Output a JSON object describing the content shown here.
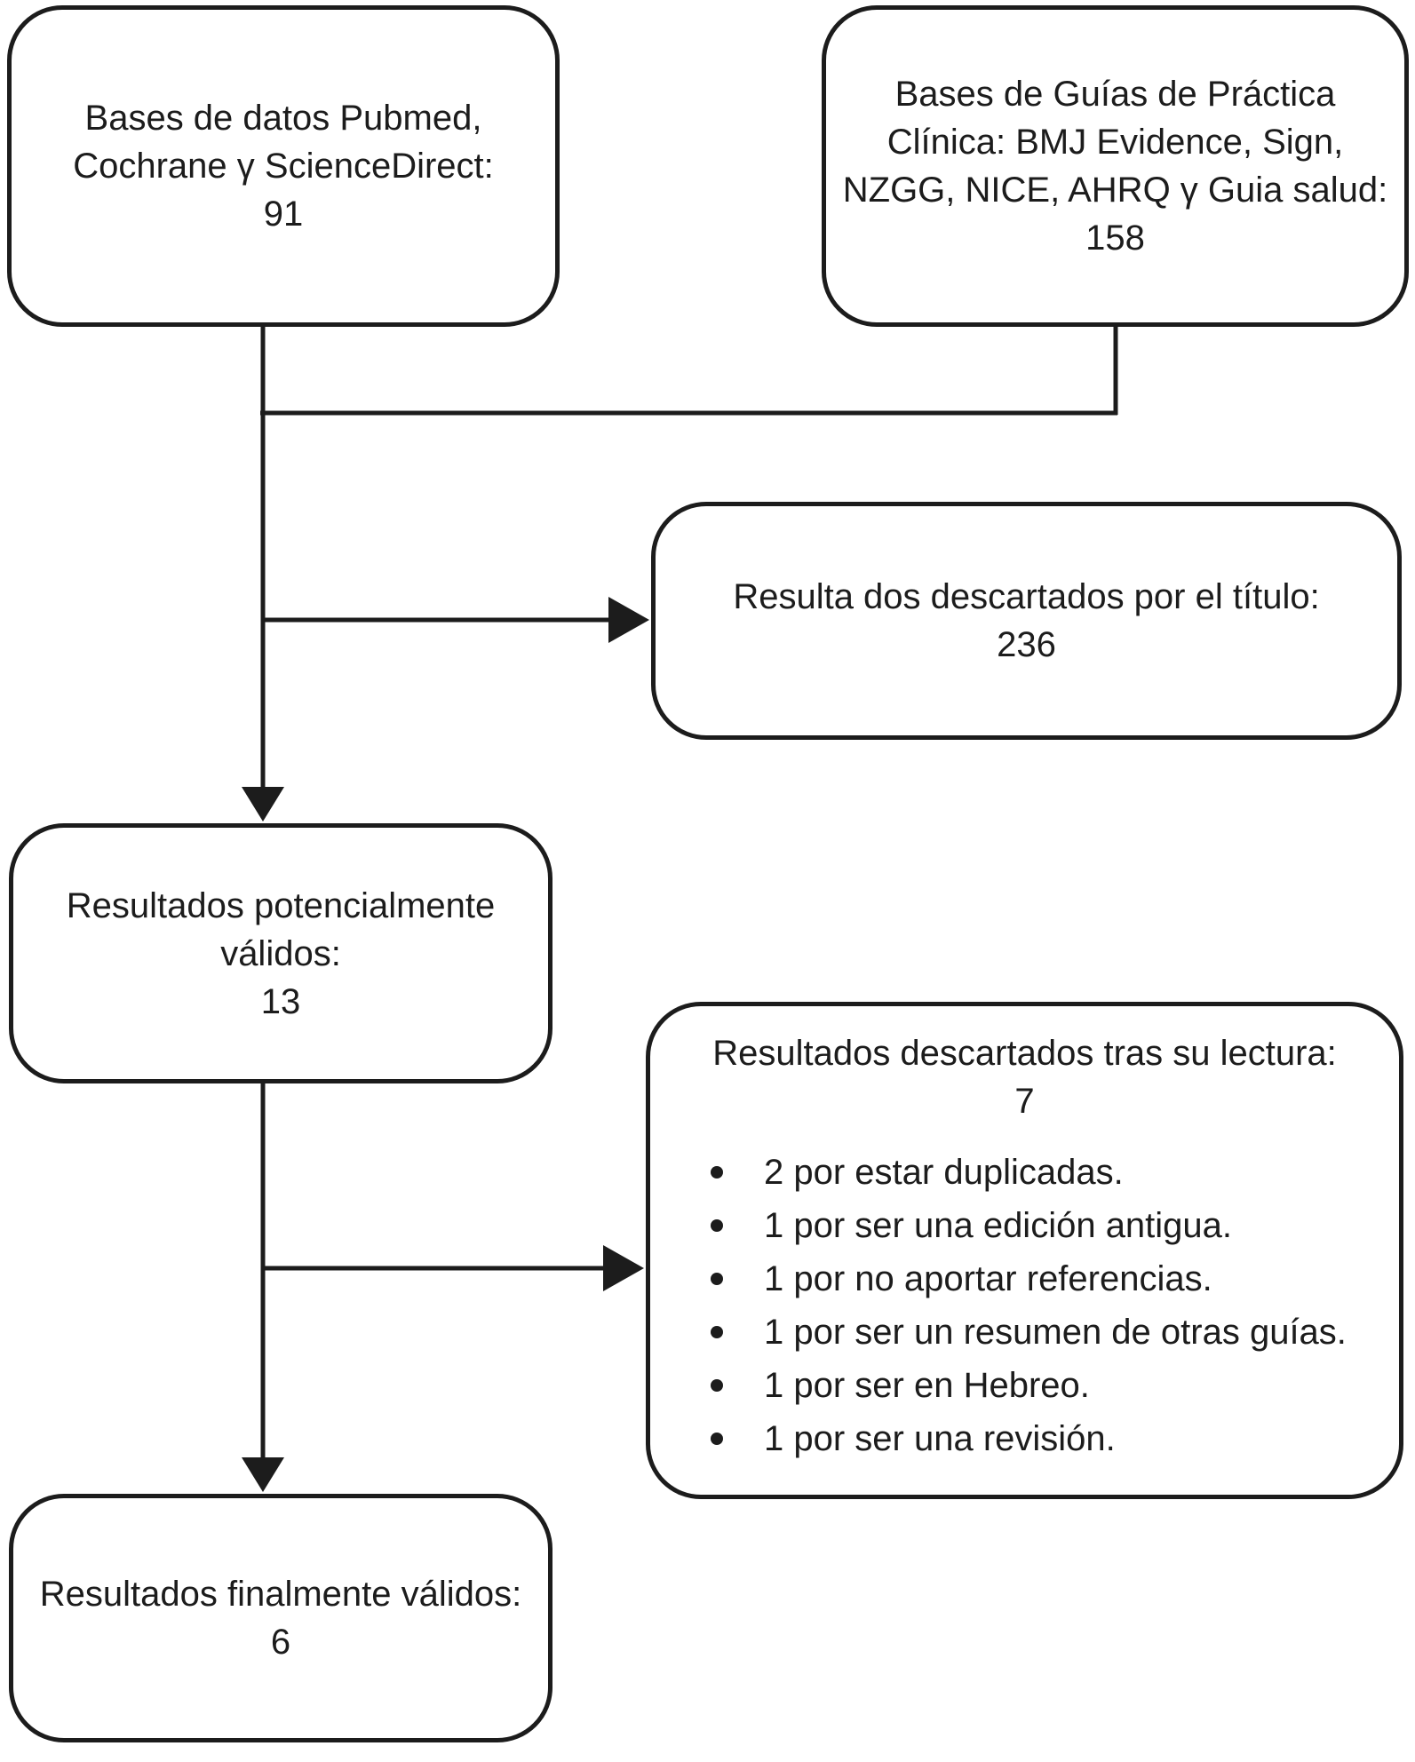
{
  "diagram": {
    "colors": {
      "ink": "#1c1c1c",
      "background": "#ffffff"
    },
    "boxes": {
      "databases": {
        "lines": [
          "Bases de datos Pubmed,",
          "Cochrane γ ScienceDirect:",
          "91"
        ]
      },
      "guidelines": {
        "lines": [
          "Bases de Guías de Práctica",
          "Clínica: BMJ Evidence, Sign,",
          "NZGG, NICE, AHRQ γ Guia salud:",
          "158"
        ]
      },
      "discarded_title": {
        "lines": [
          "Resulta dos descartados por el título:",
          "236"
        ]
      },
      "potentially_valid": {
        "lines": [
          "Resultados potencialmente",
          "válidos:",
          "13"
        ]
      },
      "discarded_reading": {
        "header_lines": [
          "Resultados descartados tras su lectura:",
          "7"
        ],
        "bullets": [
          "2 por estar duplicadas.",
          "1 por ser una edición antigua.",
          "1 por no aportar referencias.",
          "1 por ser un resumen de otras guías.",
          "1 por ser en Hebreo.",
          "1 por ser una revisión."
        ]
      },
      "finally_valid": {
        "lines": [
          "Resultados finalmente válidos:",
          "6"
        ]
      }
    }
  }
}
